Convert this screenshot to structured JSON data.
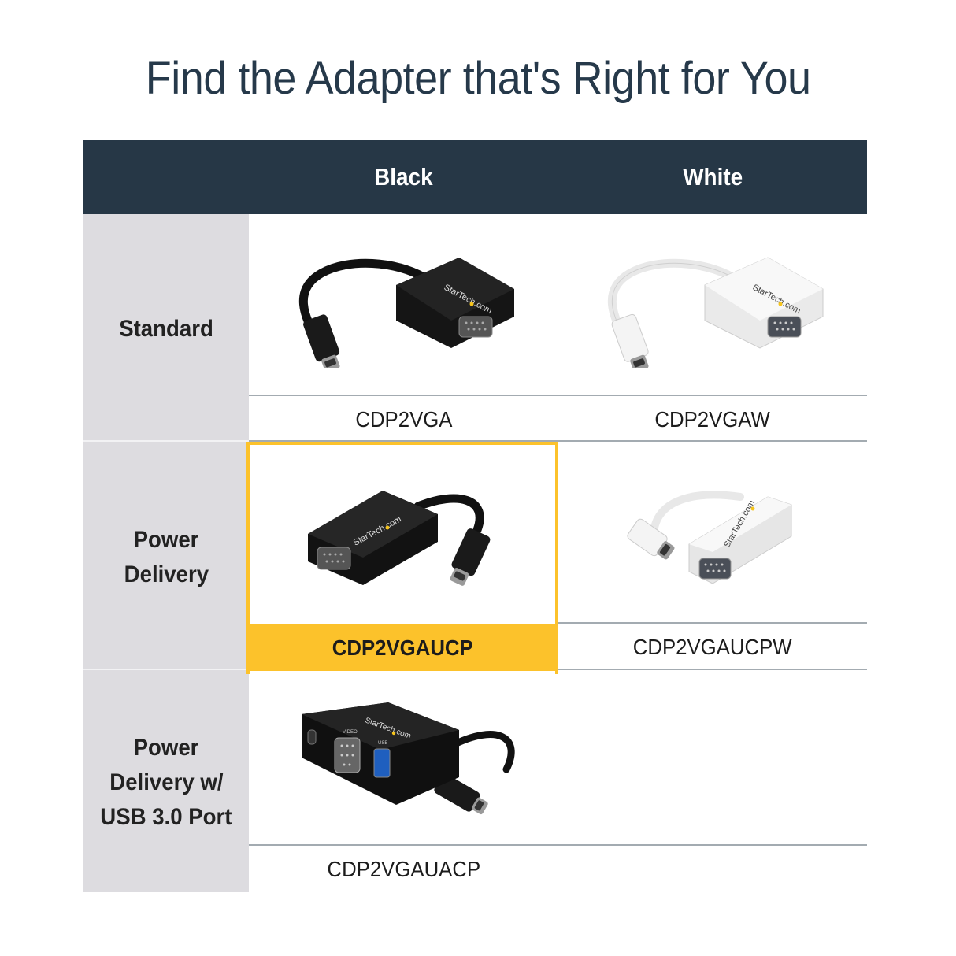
{
  "title": "Find the Adapter that's Right for You",
  "header": {
    "columns": [
      "Black",
      "White"
    ],
    "colors": {
      "background": "#263746",
      "text": "#ffffff"
    }
  },
  "rows": [
    {
      "label_lines": [
        "Standard"
      ],
      "black": {
        "sku": "CDP2VGA",
        "image": "black-usb-c-to-vga-adapter"
      },
      "white": {
        "sku": "CDP2VGAW",
        "image": "white-usb-c-to-vga-adapter"
      }
    },
    {
      "label_lines": [
        "Power",
        "Delivery"
      ],
      "black": {
        "sku": "CDP2VGAUCP",
        "image": "black-usb-c-to-vga-power-delivery-adapter",
        "highlighted": true
      },
      "white": {
        "sku": "CDP2VGAUCPW",
        "image": "white-usb-c-to-vga-power-delivery-adapter"
      }
    },
    {
      "label_lines": [
        "Power",
        "Delivery w/",
        "USB 3.0 Port"
      ],
      "black": {
        "sku": "CDP2VGAUACP",
        "image": "black-usb-c-multiport-adapter"
      },
      "white": null
    }
  ],
  "brand_mark": "StarTech.com",
  "port_labels": {
    "video": "VIDEO",
    "usb": "USB"
  },
  "colors": {
    "highlight": "#fcc22b",
    "row_label_bg": "#dddce0",
    "divider": "#a3abb1",
    "title": "#26394a"
  }
}
